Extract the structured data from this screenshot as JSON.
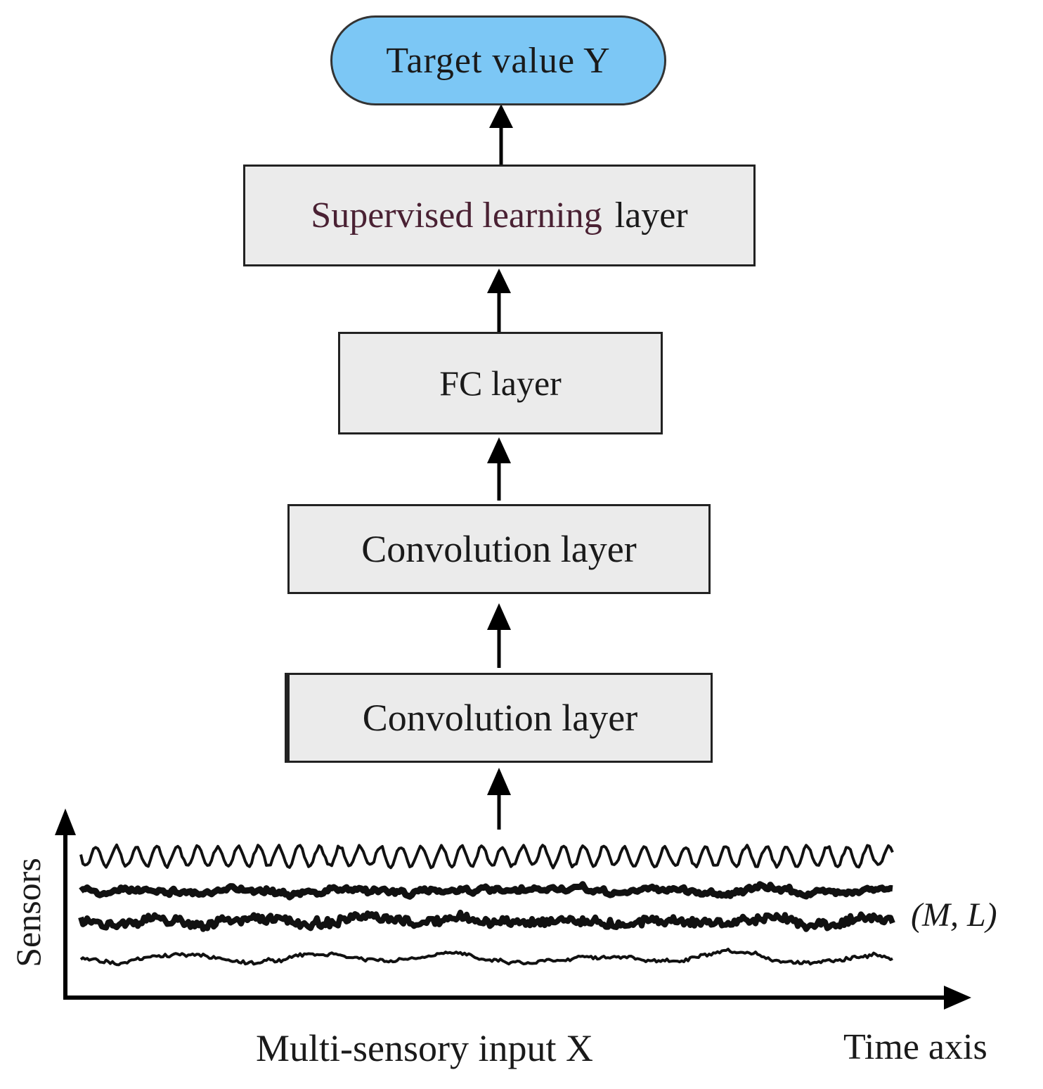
{
  "diagram": {
    "output_node": {
      "label": "Target  value Y",
      "fill": "#7CC7F5"
    },
    "layers": [
      {
        "id": "supervised",
        "label": "Supervised learning",
        "label_color": "#4a2133",
        "suffix": "layer"
      },
      {
        "id": "fc",
        "label": "FC layer"
      },
      {
        "id": "conv2",
        "label": "Convolution layer"
      },
      {
        "id": "conv1",
        "label": "Convolution layer"
      }
    ],
    "box_fill": "#ebebeb",
    "input": {
      "y_axis_label": "Sensors",
      "x_axis_label": "Time axis",
      "dims_label": "(M, L)",
      "caption": "Multi-sensory input X",
      "signal_count": 4
    }
  }
}
